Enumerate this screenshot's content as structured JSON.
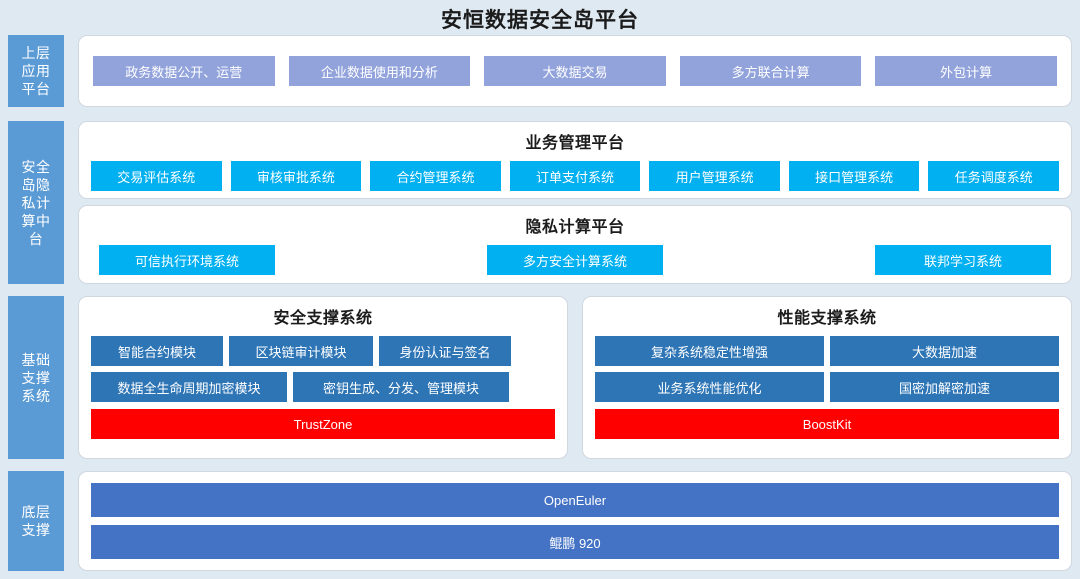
{
  "title": "安恒数据安全岛平台",
  "colors": {
    "background": "#dfe9f1",
    "side_tab": "#5b9bd5",
    "periwinkle": "#92a3db",
    "cyan": "#00b0f0",
    "steel": "#2e75b6",
    "indigo": "#4472c4",
    "red": "#ff0000",
    "panel": "#ffffff"
  },
  "layers": {
    "application": {
      "side_label": "上层应用平台",
      "side_label_lines": [
        "上层",
        "应用",
        "平台"
      ],
      "items": [
        "政务数据公开、运营",
        "企业数据使用和分析",
        "大数据交易",
        "多方联合计算",
        "外包计算"
      ]
    },
    "middle": {
      "side_label": "安全岛隐私计算中台",
      "side_label_lines": [
        "安全",
        "岛隐",
        "私计",
        "算中",
        "台"
      ],
      "business_platform": {
        "title": "业务管理平台",
        "items": [
          "交易评估系统",
          "审核审批系统",
          "合约管理系统",
          "订单支付系统",
          "用户管理系统",
          "接口管理系统",
          "任务调度系统"
        ]
      },
      "privacy_platform": {
        "title": "隐私计算平台",
        "items": [
          "可信执行环境系统",
          "多方安全计算系统",
          "联邦学习系统"
        ]
      }
    },
    "foundation": {
      "side_label": "基础支撑系统",
      "side_label_lines": [
        "基础",
        "支撑",
        "系统"
      ],
      "security_panel": {
        "title": "安全支撑系统",
        "items": [
          "智能合约模块",
          "区块链审计模块",
          "身份认证与签名",
          "数据全生命周期加密模块",
          "密钥生成、分发、管理模块"
        ],
        "highlight": "TrustZone"
      },
      "performance_panel": {
        "title": "性能支撑系统",
        "items": [
          "复杂系统稳定性增强",
          "大数据加速",
          "业务系统性能优化",
          "国密加解密加速"
        ],
        "highlight": "BoostKit"
      }
    },
    "bottom": {
      "side_label": "底层支撑",
      "side_label_lines": [
        "底层",
        "支撑"
      ],
      "items": [
        "OpenEuler",
        "鲲鹏 920"
      ]
    }
  }
}
